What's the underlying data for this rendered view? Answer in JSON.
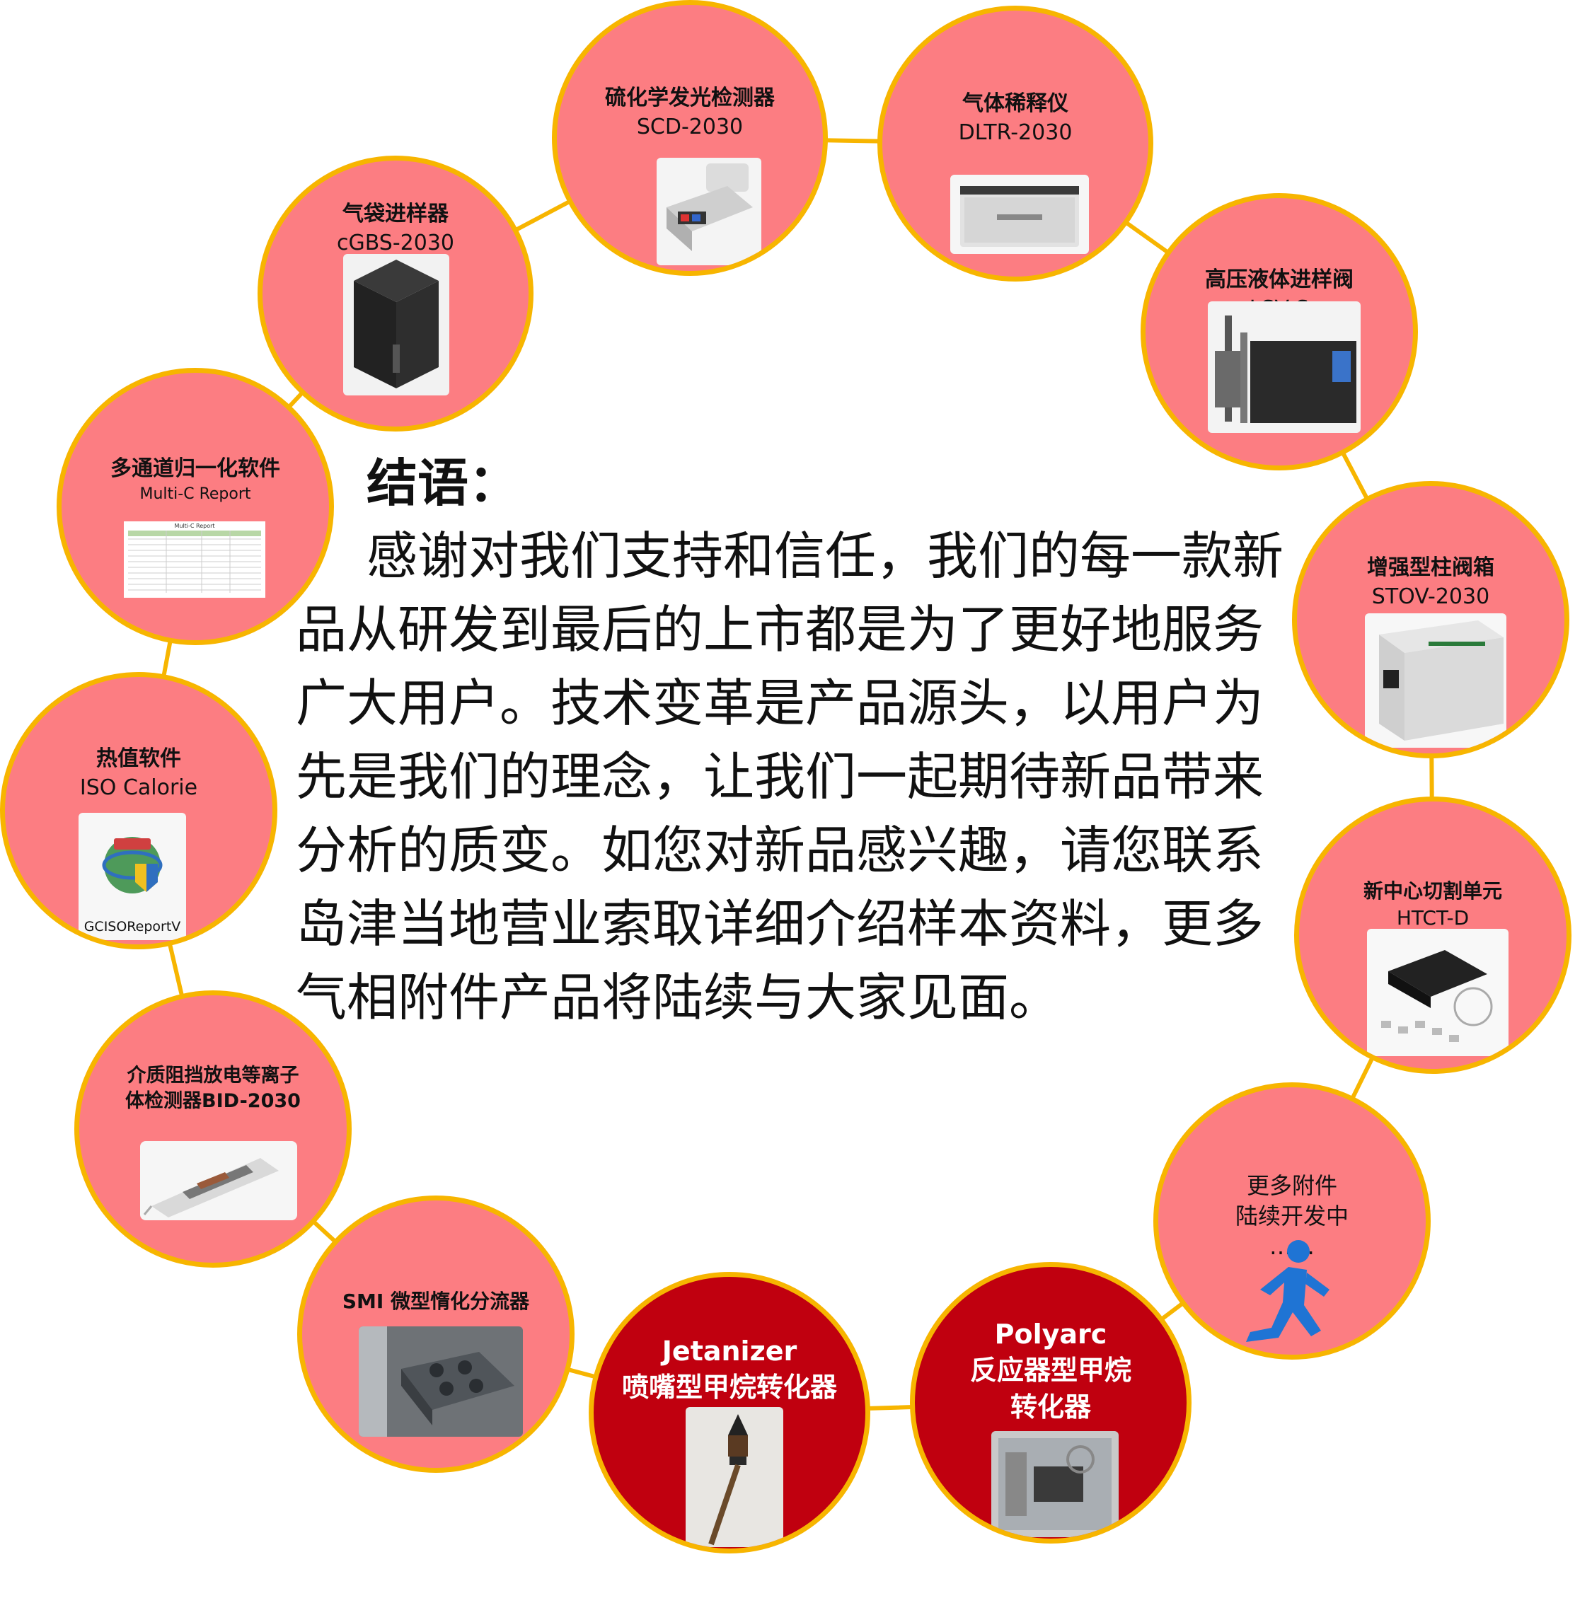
{
  "colors": {
    "ring": "#f7b500",
    "pink": "#fc7d82",
    "red": "#c0000f"
  },
  "nodes": [
    {
      "id": "cgbs",
      "style": "pink",
      "name": "气袋进样器",
      "model": "cGBS-2030",
      "image": "gas-bag-sampler-photo"
    },
    {
      "id": "scd",
      "style": "pink",
      "name": "硫化学发光检测器",
      "model": "SCD-2030",
      "image": "scd-detector-photo"
    },
    {
      "id": "dltr",
      "style": "pink",
      "name": "气体稀释仪",
      "model": "DLTR-2030",
      "image": "gas-diluter-photo"
    },
    {
      "id": "lsv",
      "style": "pink",
      "name": "高压液体进样阀",
      "model": "LSV-S",
      "image": "lsv-valve-photo"
    },
    {
      "id": "stov",
      "style": "pink",
      "name": "增强型柱阀箱",
      "model": "STOV-2030",
      "image": "column-oven-photo"
    },
    {
      "id": "htct",
      "style": "pink",
      "name": "新中心切割单元",
      "model": "HTCT-D",
      "image": "heart-cut-unit-photo"
    },
    {
      "id": "more",
      "style": "pink",
      "name": "更多附件",
      "model": "陆续开发中",
      "extra": "……",
      "image": "running-person-icon"
    },
    {
      "id": "polyarc",
      "style": "red",
      "name": "Polyarc",
      "model": "反应器型甲烷",
      "extra": "转化器",
      "image": "polyarc-photo"
    },
    {
      "id": "jetanizer",
      "style": "red",
      "name": "Jetanizer",
      "model": "喷嘴型甲烷转化器",
      "image": "jetanizer-photo"
    },
    {
      "id": "smi",
      "style": "pink",
      "name": "SMI 微型惰化分流器",
      "image": "splitter-photo"
    },
    {
      "id": "bid",
      "style": "pink",
      "name": "介质阻挡放电等离子",
      "model": "体检测器BID-2030",
      "image": "bid-detector-photo"
    },
    {
      "id": "iso",
      "style": "pink",
      "name": "热值软件",
      "model": "ISO Calorie",
      "image": "software-app-icon",
      "caption": "GCISOReportV"
    },
    {
      "id": "multic",
      "style": "pink",
      "name": "多通道归一化软件",
      "model": "Multi-C Report",
      "image": "report-table-screenshot",
      "table_title": "Multi-C Report"
    }
  ],
  "closing": {
    "title": "结语：",
    "body": "感谢对我们支持和信任，我们的每一款新品从研发到最后的上市都是为了更好地服务广大用户。技术变革是产品源头，以用户为先是我们的理念，让我们一起期待新品带来分析的质变。如您对新品感兴趣，请您联系岛津当地营业索取详细介绍样本资料，更多气相附件产品将陆续与大家见面。"
  }
}
